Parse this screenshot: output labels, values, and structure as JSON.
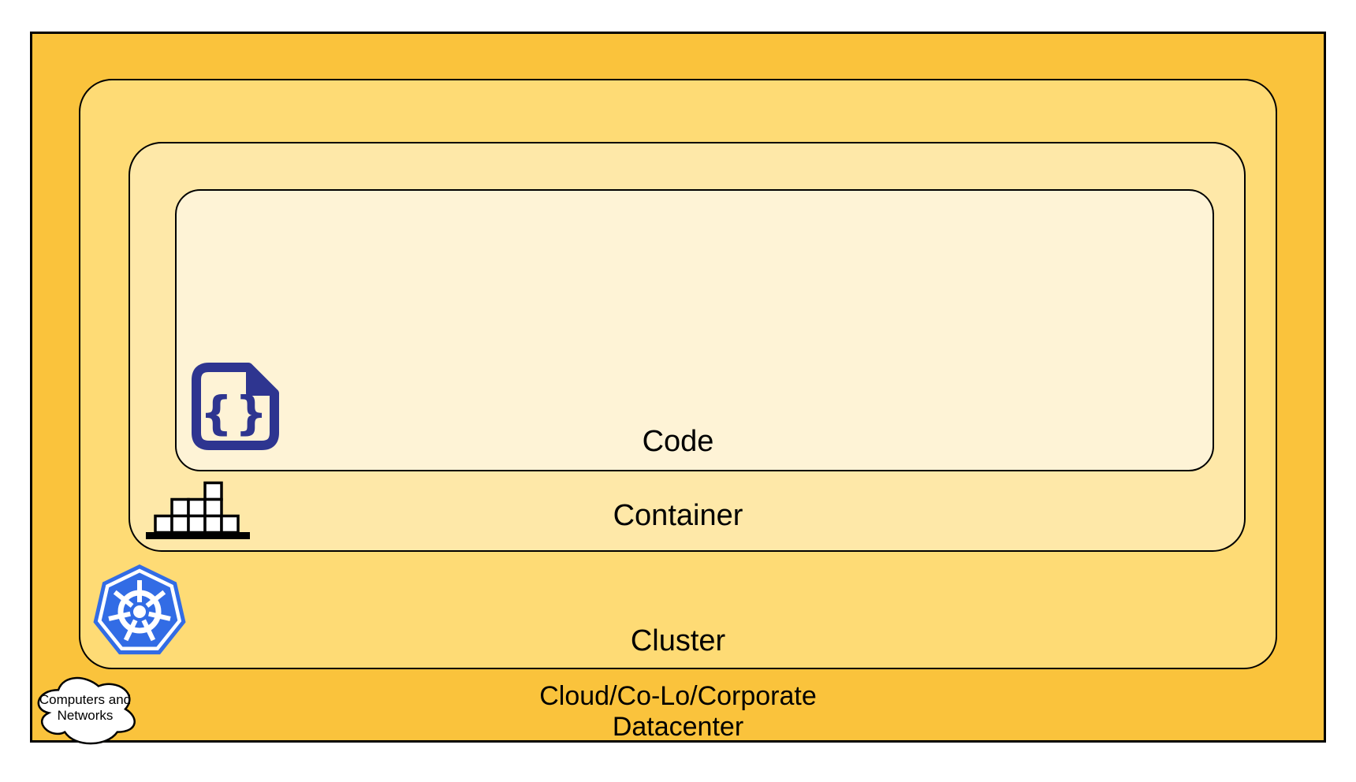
{
  "diagram": {
    "type": "nested-containers",
    "layers": {
      "datacenter": {
        "label_line1": "Cloud/Co-Lo/Corporate",
        "label_line2": "Datacenter",
        "fill": "#FAC33C"
      },
      "cluster": {
        "label": "Cluster",
        "fill": "#FEDB75"
      },
      "container": {
        "label": "Container",
        "fill": "#FEE8A8"
      },
      "code": {
        "label": "Code",
        "fill": "#FEF3D6"
      }
    },
    "icons": {
      "code_file": {
        "glyph": "{}",
        "color": "#2E3590"
      },
      "container_stack": {
        "color": "#000000"
      },
      "kubernetes": {
        "color": "#326CE5"
      },
      "cloud": {
        "line1": "Computers and",
        "line2": "Networks",
        "fill": "#FFFFFF"
      }
    },
    "border_color": "#000000",
    "background": "#FFFFFF"
  }
}
